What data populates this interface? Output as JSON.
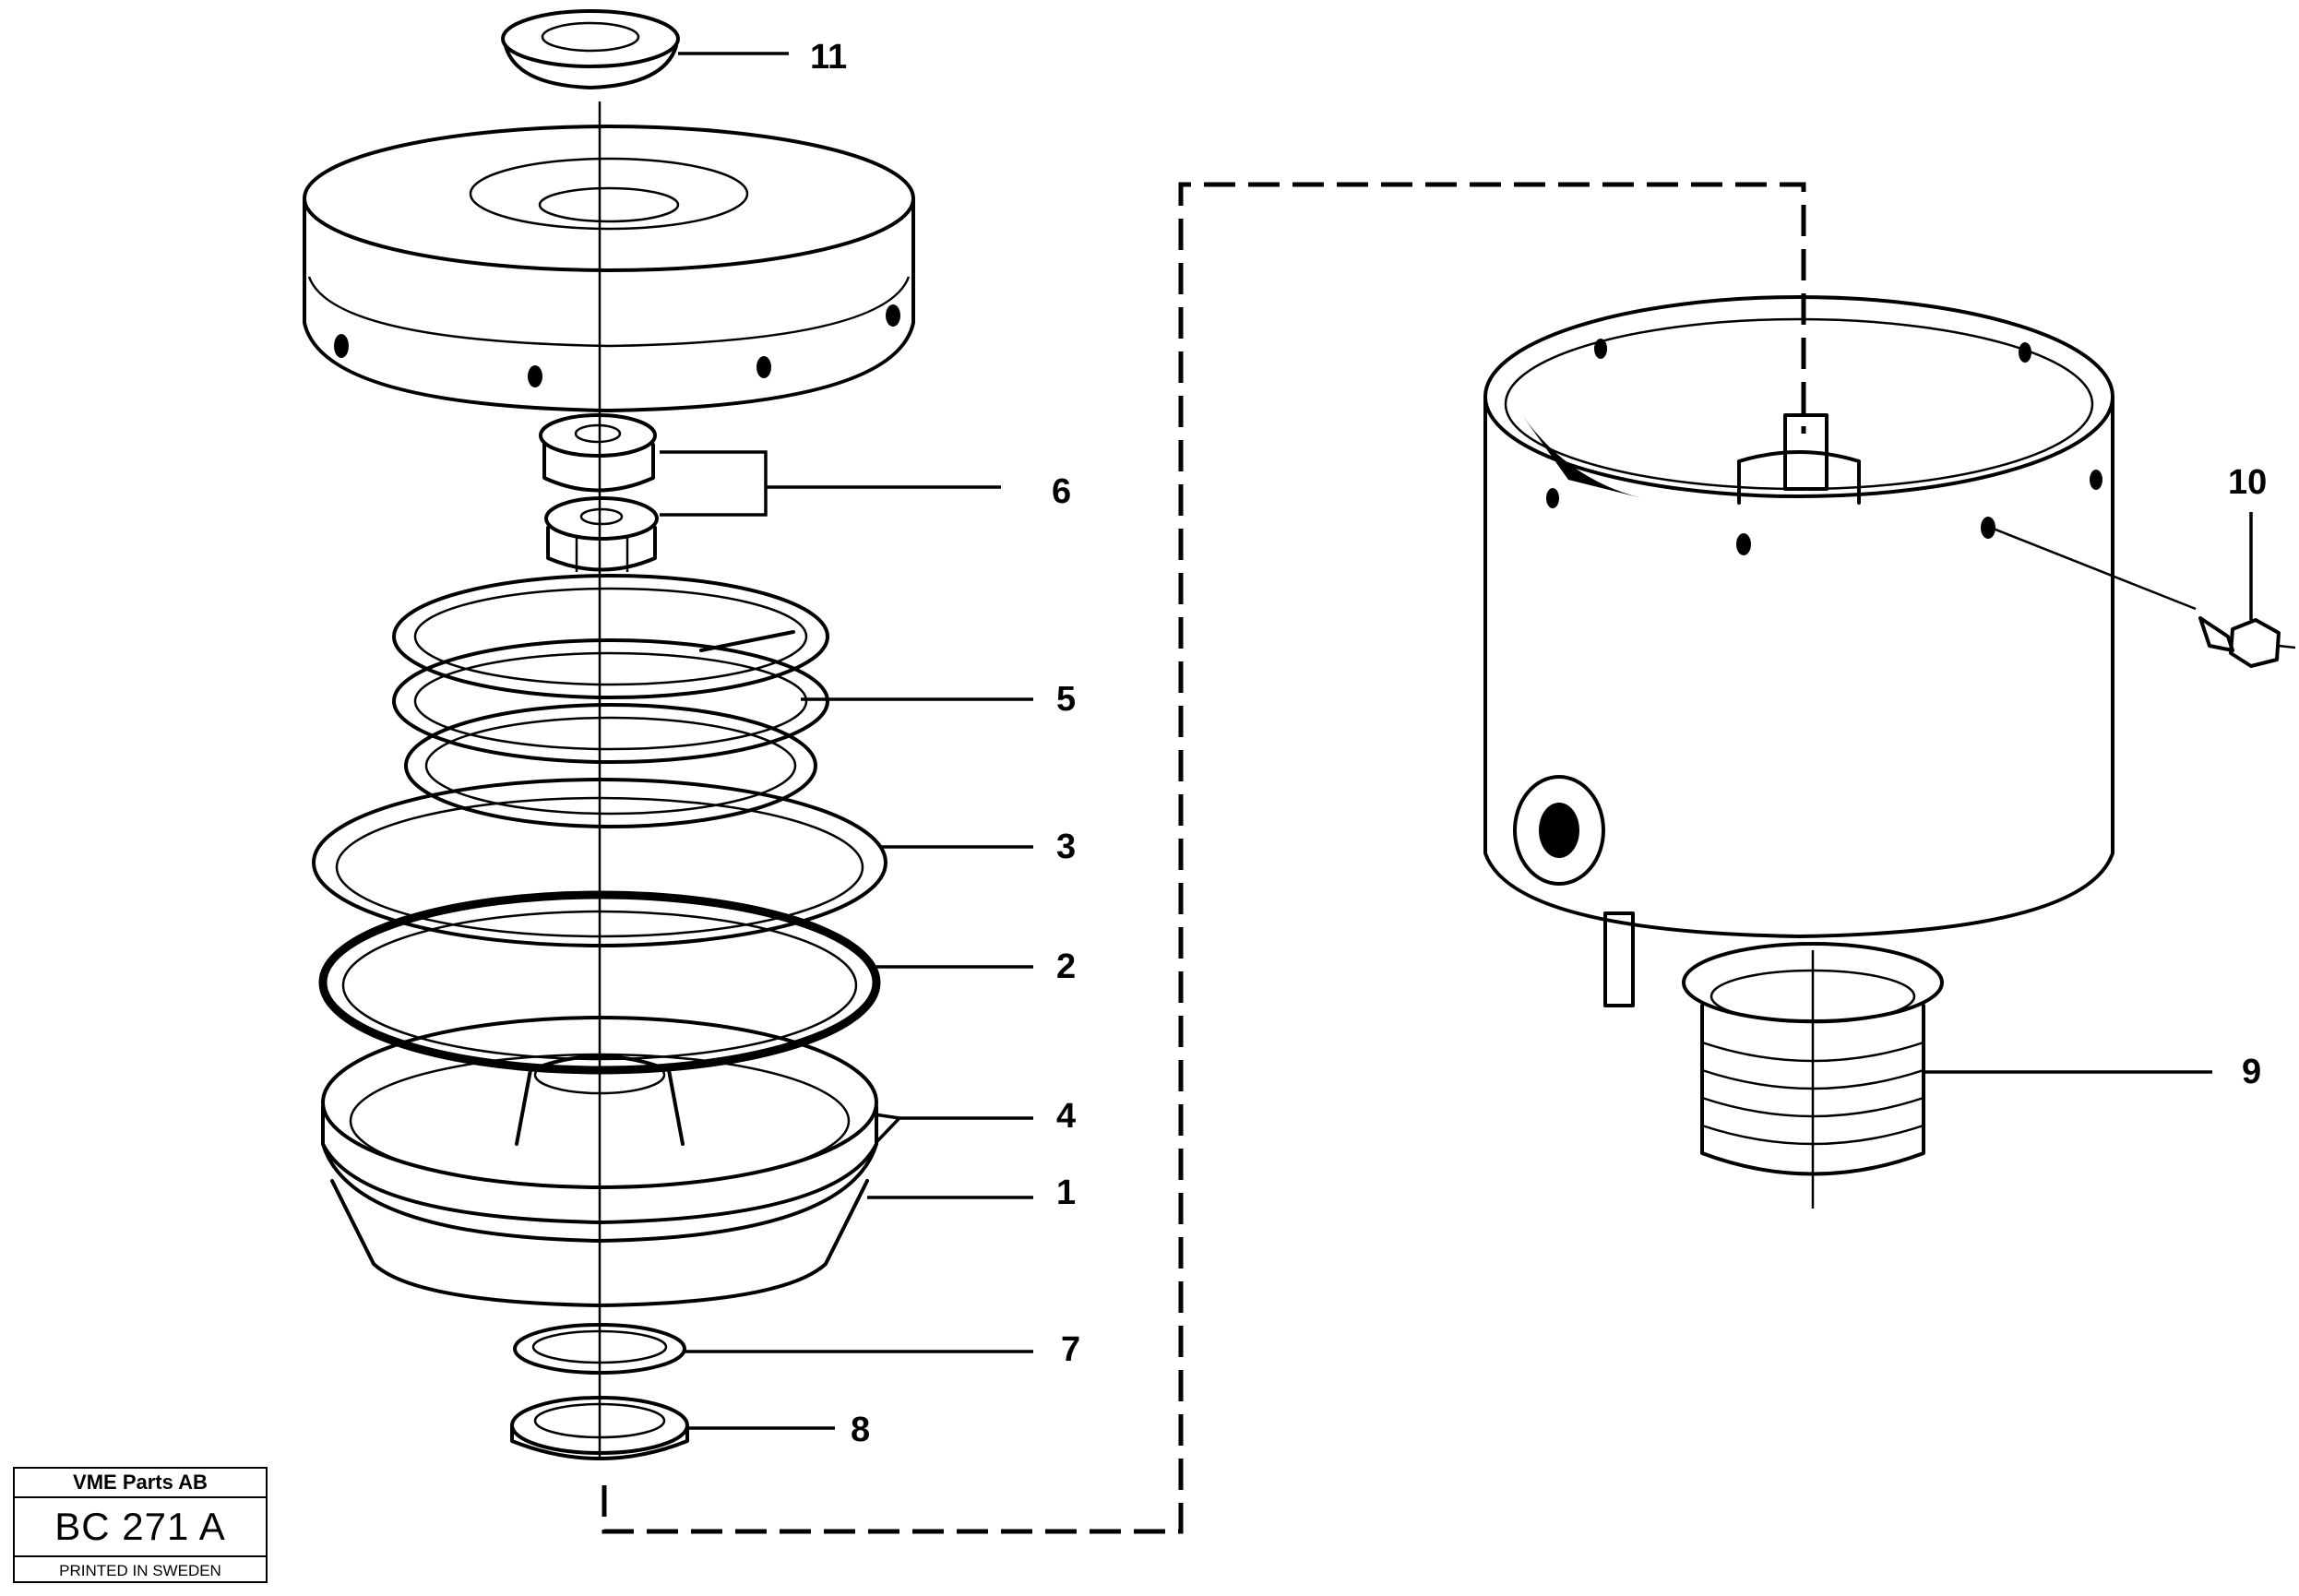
{
  "callouts": {
    "c1": "1",
    "c2": "2",
    "c3": "3",
    "c4": "4",
    "c5": "5",
    "c6": "6",
    "c7": "7",
    "c8": "8",
    "c9": "9",
    "c10": "10",
    "c11": "11"
  },
  "title_block": {
    "company": "VME Parts AB",
    "code": "BC 271 A",
    "printed": "PRINTED IN SWEDEN"
  }
}
